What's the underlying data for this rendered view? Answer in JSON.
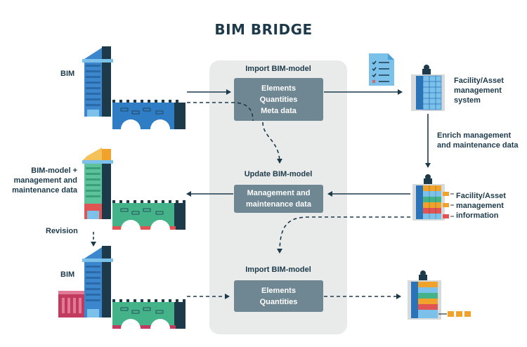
{
  "title": "BIM BRIDGE",
  "center": {
    "import1": {
      "heading": "Import BIM-model",
      "lines": [
        "Elements",
        "Quantities",
        "Meta data"
      ]
    },
    "update": {
      "heading": "Update BIM-model",
      "lines": [
        "Management  and",
        "maintenance data"
      ]
    },
    "import2": {
      "heading": "Import BIM-model",
      "lines": [
        "Elements",
        "Quantities"
      ]
    }
  },
  "left": {
    "bim_top": "BIM",
    "bim_model_plus": [
      "BIM-model +",
      "management and",
      "maintenance data"
    ],
    "revision": "Revision",
    "bim_bottom": "BIM"
  },
  "right": {
    "fams": [
      "Facility/Asset",
      "management",
      "system"
    ],
    "enrich": [
      "Enrich management",
      "and maintenance data"
    ],
    "fami": [
      "Facility/Asset",
      "management",
      "information"
    ]
  },
  "colors": {
    "dark": "#1d3a4a",
    "box": "#6e8793",
    "panel": "#e9ebea",
    "blue": "#2b73b8",
    "green": "#45b38a",
    "orange": "#f0a22a",
    "red": "#e05454"
  }
}
